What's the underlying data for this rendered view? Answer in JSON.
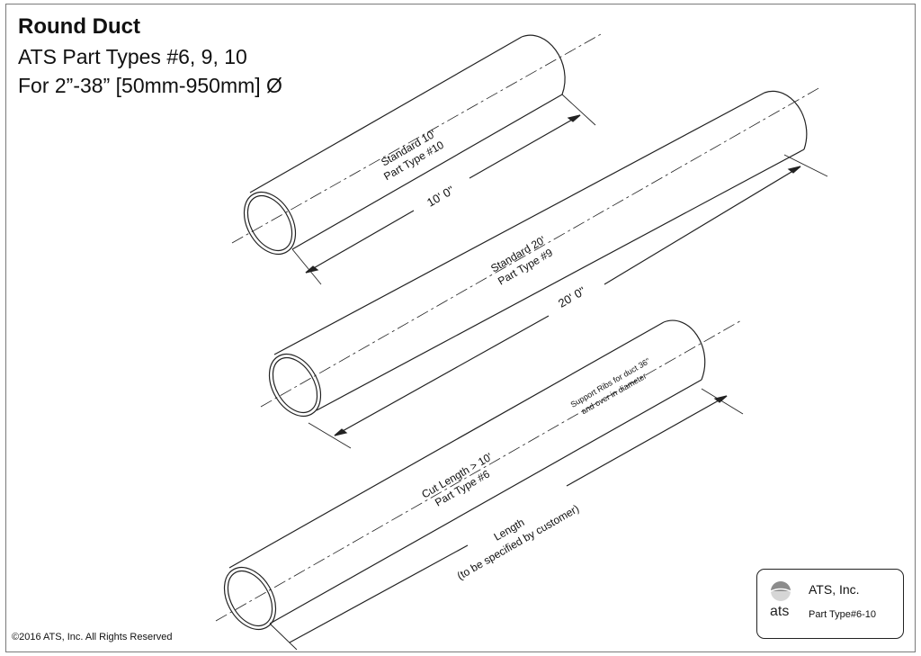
{
  "header": {
    "title": "Round Duct",
    "subtitle_1": "ATS Part Types #6, 9, 10",
    "subtitle_2": "For 2”-38” [50mm-950mm] Ø"
  },
  "ducts": {
    "duct_10": {
      "name_line_1": "Standard 10'",
      "name_line_2": "Part Type #10",
      "dimension": "10' 0\""
    },
    "duct_9": {
      "name_line_1": "Standard 20'",
      "name_line_2": "Part Type #9",
      "dimension": "20' 0\""
    },
    "duct_6": {
      "name_line_1": "Cut Length > 10'",
      "name_line_2": "Part Type #6",
      "note_line_1": "Support Ribs for duct 36\"",
      "note_line_2": "and over in diameter",
      "dimension_line_1": "Length",
      "dimension_line_2": "(to be specified by customer)"
    }
  },
  "footer": {
    "copyright": "©2016 ATS, Inc. All Rights Reserved"
  },
  "title_block": {
    "logo_text": "ats",
    "company": "ATS, Inc.",
    "part_number": "Part Type#6-10"
  }
}
